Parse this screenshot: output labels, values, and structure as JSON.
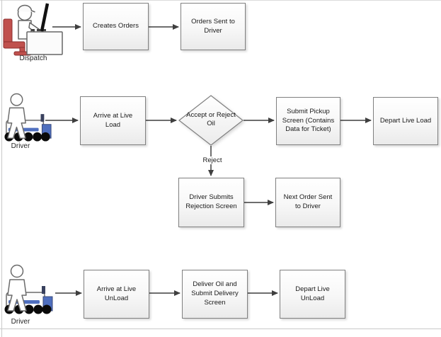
{
  "actors": {
    "dispatch": {
      "label": "Dispatch"
    },
    "driver_load": {
      "label": "Driver"
    },
    "driver_unload": {
      "label": "Driver"
    }
  },
  "nodes": {
    "creates_orders": {
      "label": "Creates Orders"
    },
    "orders_sent_to_driver": {
      "label": "Orders Sent to Driver"
    },
    "arrive_at_live_load": {
      "label": "Arrive at Live Load"
    },
    "accept_or_reject_oil": {
      "label": "Accept or Reject Oil"
    },
    "submit_pickup_screen": {
      "label": "Submit Pickup Screen (Contains Data for Ticket)"
    },
    "depart_live_load": {
      "label": "Depart Live Load"
    },
    "driver_submits_rejection": {
      "label": "Driver Submits Rejection Screen"
    },
    "next_order_sent_to_driver": {
      "label": "Next Order Sent to Driver"
    },
    "arrive_at_live_unload": {
      "label": "Arrive at Live UnLoad"
    },
    "deliver_oil_and_submit_delivery": {
      "label": "Deliver Oil and Submit Delivery Screen"
    },
    "depart_live_unload": {
      "label": "Depart Live UnLoad"
    }
  },
  "edge_labels": {
    "reject": "Reject"
  },
  "icons": {
    "dispatch": "person-at-desk-icon",
    "driver": "driver-with-truck-icon"
  },
  "colors": {
    "box_border": "#808080",
    "arrow": "#3f3f3f",
    "chair_red": "#c0504d",
    "truck_blue": "#4f6fbf",
    "text": "#1a1a1a",
    "page_edge": "#c9c9c9"
  }
}
